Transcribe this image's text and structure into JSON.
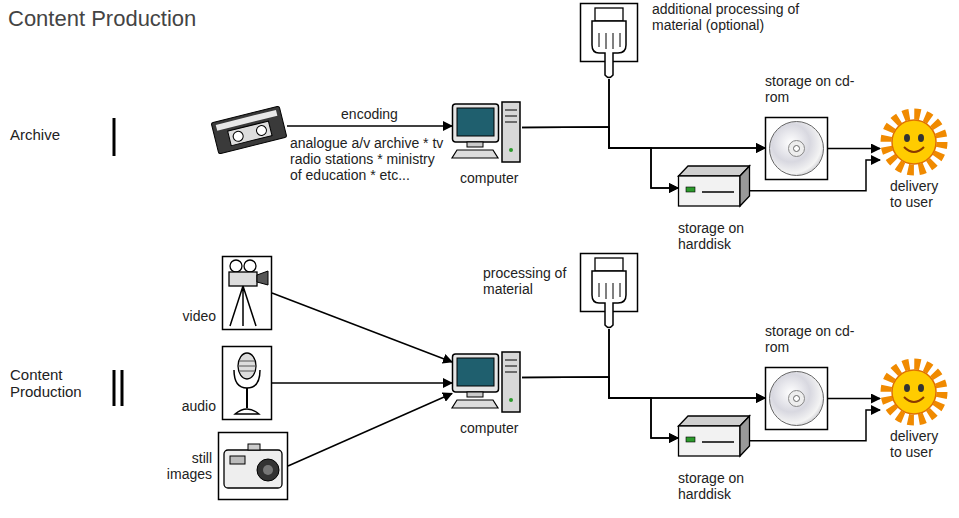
{
  "diagram": {
    "title": "Content Production",
    "nodes": [
      {
        "text": [
          "analogue a/v archive * tv radio stations * ministry of education * etc..."
        ]
      },
      {
        "text": [
          "computer"
        ]
      },
      {
        "text": [
          "additional processing of material (optional)"
        ]
      },
      {
        "text": [
          "storage on cd-rom"
        ]
      },
      {
        "text": [
          "storage on harddisk"
        ]
      },
      {
        "text": [
          "delivery to user"
        ]
      },
      {
        "text": [
          "video"
        ]
      },
      {
        "text": [
          "audio"
        ]
      },
      {
        "text": [
          "still images"
        ]
      },
      {
        "text": [
          "computer"
        ]
      },
      {
        "text": [
          "processing of material"
        ]
      },
      {
        "text": [
          "storage on cd-rom"
        ]
      },
      {
        "text": [
          "storage on harddisk"
        ]
      },
      {
        "text": [
          "delivery to user"
        ]
      }
    ],
    "edges": [
      {
        "from": 0,
        "to": 1,
        "label": "encoding",
        "arrow": "to"
      },
      {
        "from": 1,
        "to": 3,
        "arrow": "to"
      },
      {
        "from": 1,
        "to": 4,
        "arrow": "to"
      },
      {
        "from": 2,
        "to": 3,
        "arrow": "to"
      },
      {
        "from": 2,
        "to": 4,
        "arrow": "to"
      },
      {
        "from": 3,
        "to": 5,
        "arrow": "to"
      },
      {
        "from": 4,
        "to": 5,
        "arrow": "to"
      },
      {
        "from": 6,
        "to": 9,
        "arrow": "to"
      },
      {
        "from": 7,
        "to": 9,
        "arrow": "to"
      },
      {
        "from": 8,
        "to": 9,
        "arrow": "to"
      },
      {
        "from": 9,
        "to": 11,
        "arrow": "to"
      },
      {
        "from": 9,
        "to": 12,
        "arrow": "to"
      },
      {
        "from": 10,
        "to": 11,
        "arrow": "to"
      },
      {
        "from": 10,
        "to": 12,
        "arrow": "to"
      },
      {
        "from": 11,
        "to": 13,
        "arrow": "to"
      },
      {
        "from": 12,
        "to": 13,
        "arrow": "to"
      }
    ],
    "labels": [
      "Archive",
      "Content Production"
    ]
  }
}
